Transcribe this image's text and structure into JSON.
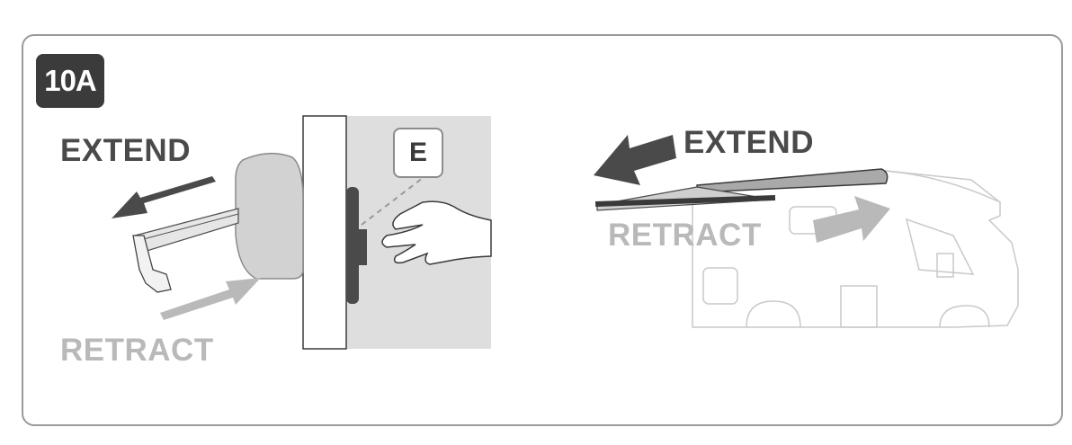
{
  "step": {
    "label": "10A"
  },
  "left_view": {
    "extend_label": "EXTEND",
    "retract_label": "RETRACT",
    "callout_label": "E"
  },
  "right_view": {
    "extend_label": "EXTEND",
    "retract_label": "RETRACT"
  },
  "colors": {
    "extend_arrow": "#4a4a4a",
    "retract_arrow": "#b9b9b9",
    "badge": "#3b3b3b",
    "wall_panel": "#dedede",
    "outline": "#9a9a9a"
  }
}
